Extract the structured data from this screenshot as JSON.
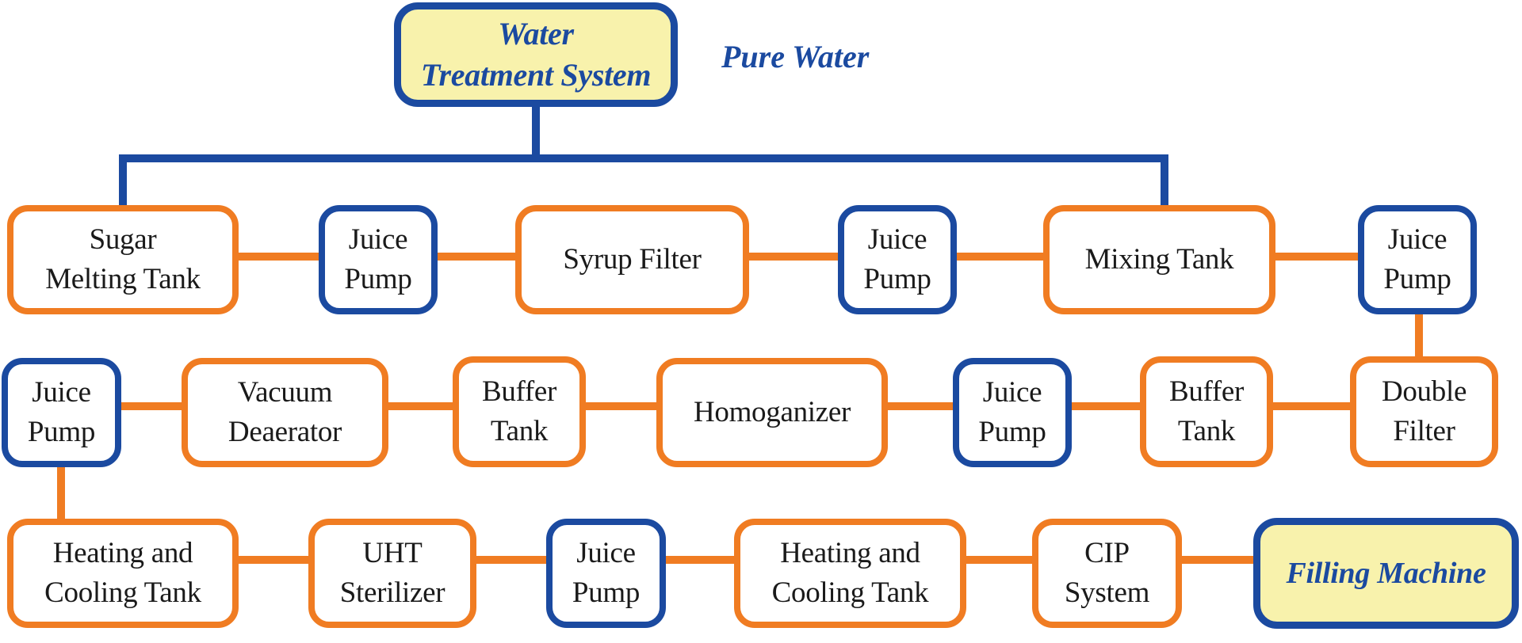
{
  "colors": {
    "orange": "#f07c22",
    "blue": "#1b4aa0",
    "highlight_fill": "#f8f2ac"
  },
  "source": {
    "label": "Water\nTreatment System",
    "output_label": "Pure Water"
  },
  "rows": [
    {
      "nodes": [
        {
          "label": "Sugar\nMelting Tank",
          "kind": "equipment"
        },
        {
          "label": "Juice\nPump",
          "kind": "pump"
        },
        {
          "label": "Syrup Filter",
          "kind": "equipment"
        },
        {
          "label": "Juice\nPump",
          "kind": "pump"
        },
        {
          "label": "Mixing Tank",
          "kind": "equipment"
        },
        {
          "label": "Juice\nPump",
          "kind": "pump"
        }
      ]
    },
    {
      "nodes": [
        {
          "label": "Juice\nPump",
          "kind": "pump"
        },
        {
          "label": "Vacuum\nDeaerator",
          "kind": "equipment"
        },
        {
          "label": "Buffer\nTank",
          "kind": "equipment"
        },
        {
          "label": "Homoganizer",
          "kind": "equipment"
        },
        {
          "label": "Juice\nPump",
          "kind": "pump"
        },
        {
          "label": "Buffer\nTank",
          "kind": "equipment"
        },
        {
          "label": "Double\nFilter",
          "kind": "equipment"
        }
      ]
    },
    {
      "nodes": [
        {
          "label": "Heating and\nCooling Tank",
          "kind": "equipment"
        },
        {
          "label": "UHT\nSterilizer",
          "kind": "equipment"
        },
        {
          "label": "Juice\nPump",
          "kind": "pump"
        },
        {
          "label": "Heating and\nCooling Tank",
          "kind": "equipment"
        },
        {
          "label": "CIP\nSystem",
          "kind": "equipment"
        },
        {
          "label": "Filling Machine",
          "kind": "endpoint"
        }
      ]
    }
  ],
  "water_feeds": [
    "Sugar\nMelting Tank",
    "Mixing Tank"
  ],
  "flow_direction": [
    "row1: left-to-right",
    "row2: right-to-left",
    "row3: left-to-right"
  ]
}
